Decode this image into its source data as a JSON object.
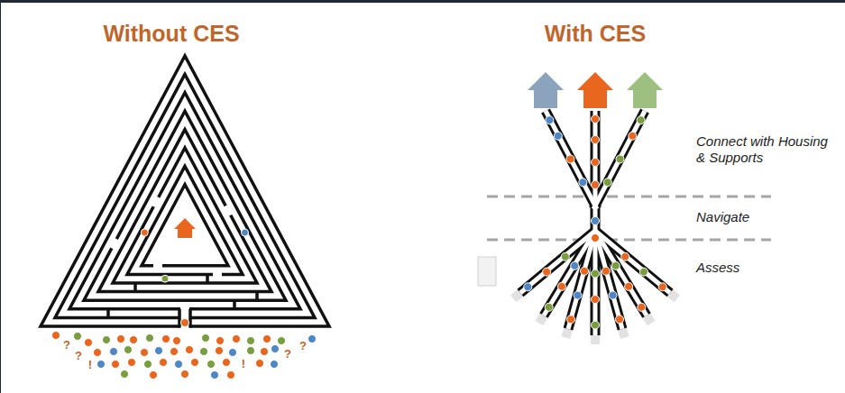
{
  "diagram": {
    "labels": [
      "Without CES",
      "?",
      "?",
      "!",
      "!",
      "?",
      "?",
      "With CES",
      "Connect with Housing & Supports",
      "Navigate",
      "Assess"
    ]
  }
}
